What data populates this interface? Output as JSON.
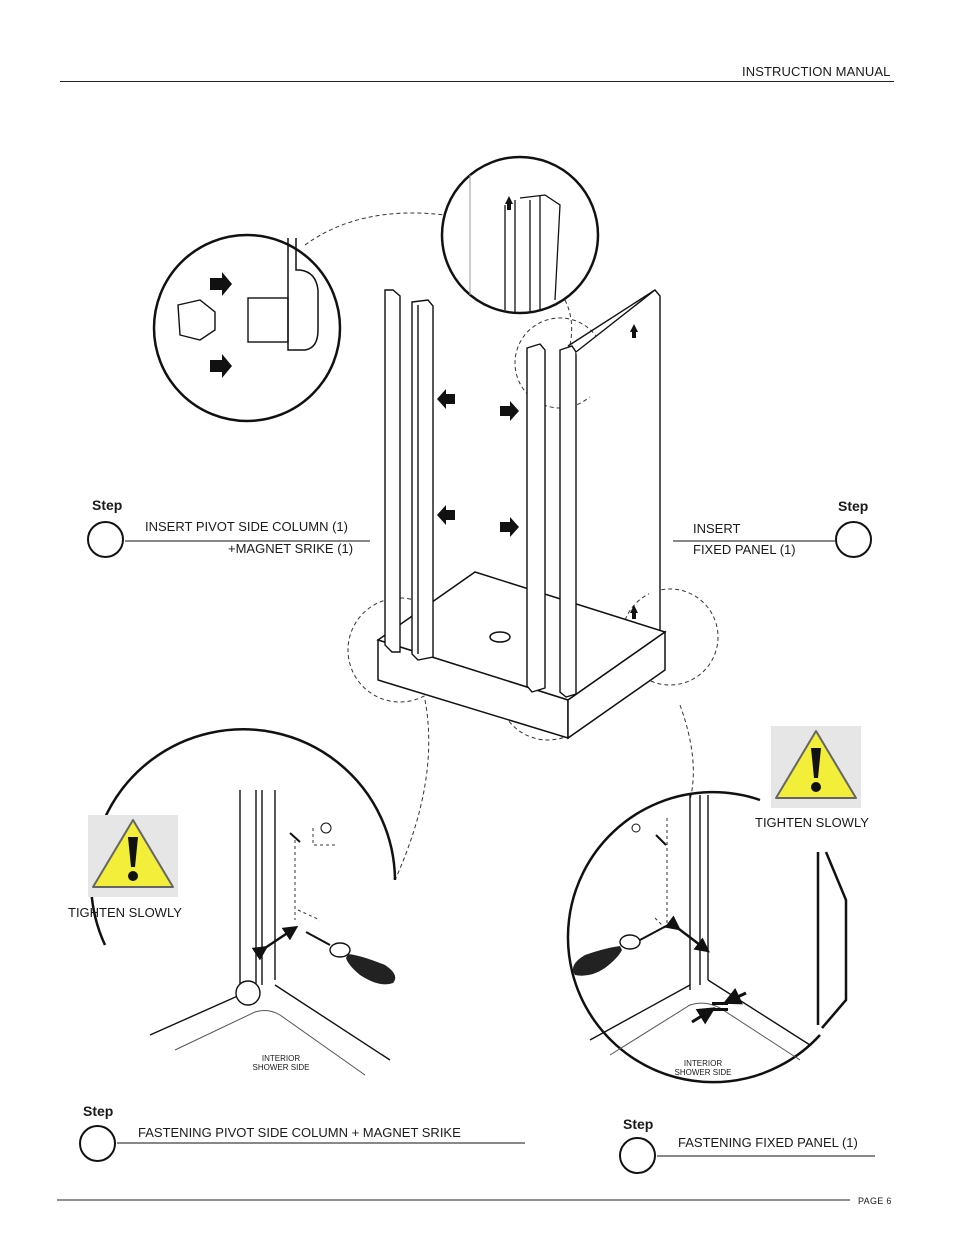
{
  "header": {
    "title": "INSTRUCTION MANUAL"
  },
  "steps": {
    "pivot_insert": {
      "label": "Step",
      "line1": "INSERT PIVOT SIDE COLUMN (1)",
      "line2": "+MAGNET SRIKE (1)"
    },
    "fixed_insert": {
      "label": "Step",
      "line1": "INSERT",
      "line2": "FIXED PANEL  (1)"
    },
    "pivot_fasten": {
      "label": "Step",
      "line1": "FASTENING PIVOT SIDE COLUMN + MAGNET SRIKE"
    },
    "fixed_fasten": {
      "label": "Step",
      "line1": "FASTENING FIXED PANEL  (1)"
    }
  },
  "cautions": {
    "left": "TIGHTEN SLOWLY",
    "right": "TIGHTEN SLOWLY"
  },
  "detail_labels": {
    "left": "INTERIOR\nSHOWER SIDE",
    "right": "INTERIOR\nSHOWER SIDE"
  },
  "footer": {
    "page": "PAGE 6"
  },
  "colors": {
    "warning_yellow": "#f2ee3a",
    "line": "#111111"
  },
  "icons": [
    "warning-triangle-icon",
    "arrow-icon",
    "screwdriver-icon",
    "screw-icon"
  ]
}
